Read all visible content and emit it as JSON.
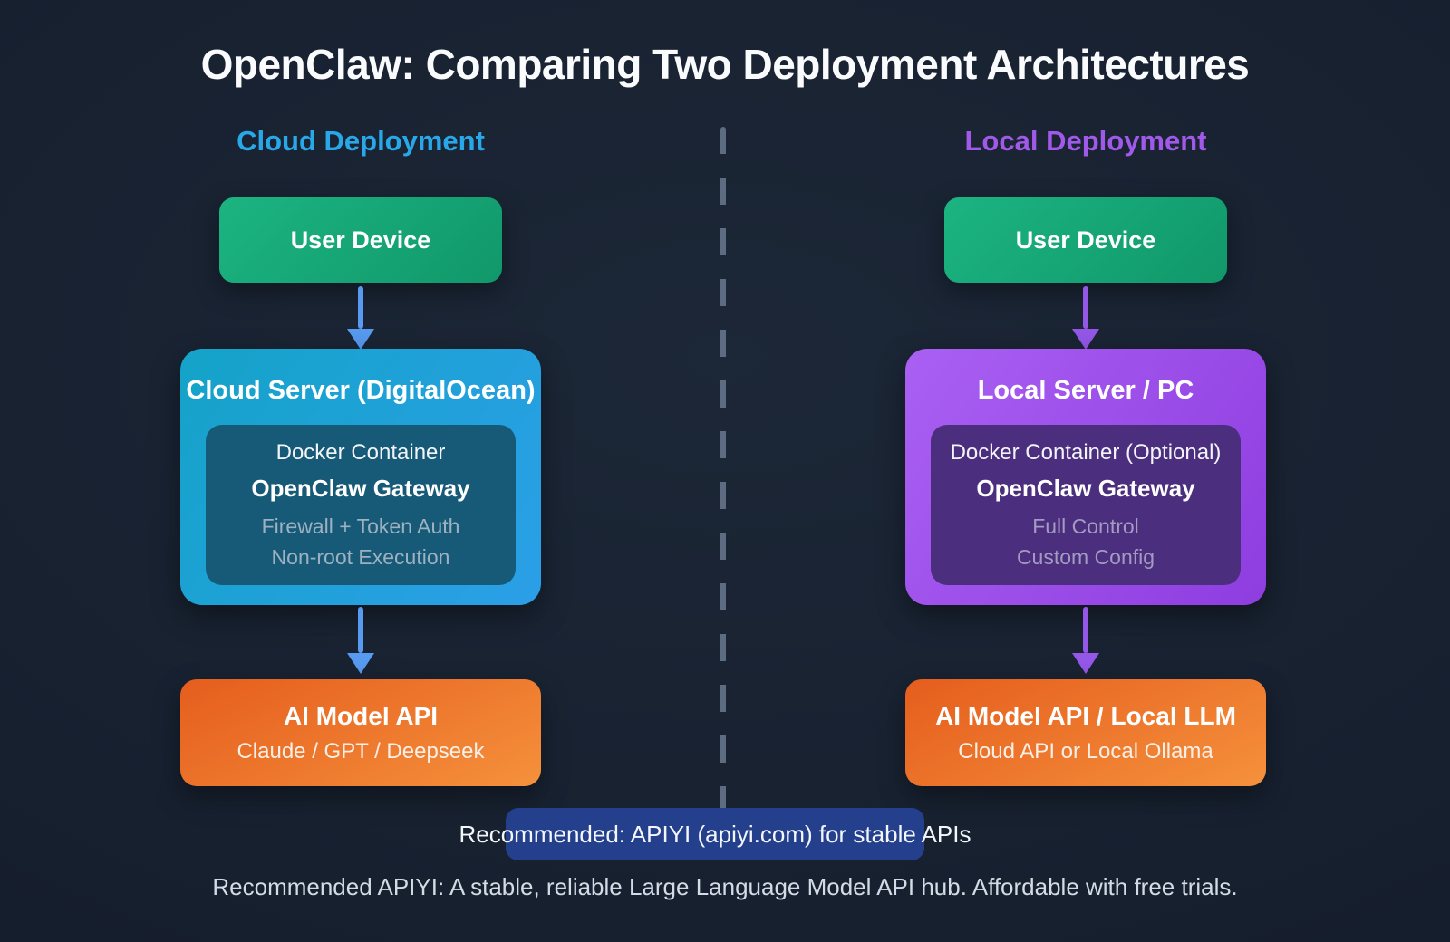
{
  "title": "OpenClaw: Comparing Two Deployment Architectures",
  "columns": [
    {
      "header": "Cloud Deployment",
      "user_device": "User Device",
      "server": {
        "title": "Cloud Server (DigitalOcean)",
        "docker": "Docker Container",
        "gateway": "OpenClaw Gateway",
        "features": [
          "Firewall + Token Auth",
          "Non-root Execution"
        ]
      },
      "api": {
        "title": "AI Model API",
        "subtitle": "Claude / GPT / Deepseek"
      }
    },
    {
      "header": "Local Deployment",
      "user_device": "User Device",
      "server": {
        "title": "Local Server / PC",
        "docker": "Docker Container (Optional)",
        "gateway": "OpenClaw Gateway",
        "features": [
          "Full Control",
          "Custom Config"
        ]
      },
      "api": {
        "title": "AI Model API / Local LLM",
        "subtitle": "Cloud API or Local Ollama"
      }
    }
  ],
  "banner": {
    "text": "Recommended: APIYI (apiyi.com) for stable APIs"
  },
  "footer": {
    "text": "Recommended APIYI: A stable, reliable Large Language Model API hub. Affordable with free trials."
  },
  "colors": {
    "background": "#17202f",
    "cloud_header": "#29a8e9",
    "local_header": "#a159ea",
    "user_device_green": "#17a976",
    "cloud_server_blue": "#209fd9",
    "cloud_inner": "#175a78",
    "local_server_purple": "#9c4fea",
    "local_inner": "#4c2e7e",
    "api_orange": "#ed7628",
    "banner_blue": "#24408d",
    "arrow_blue": "#579af0",
    "arrow_purple": "#9457e8",
    "divider_gray": "#5d6c81"
  }
}
